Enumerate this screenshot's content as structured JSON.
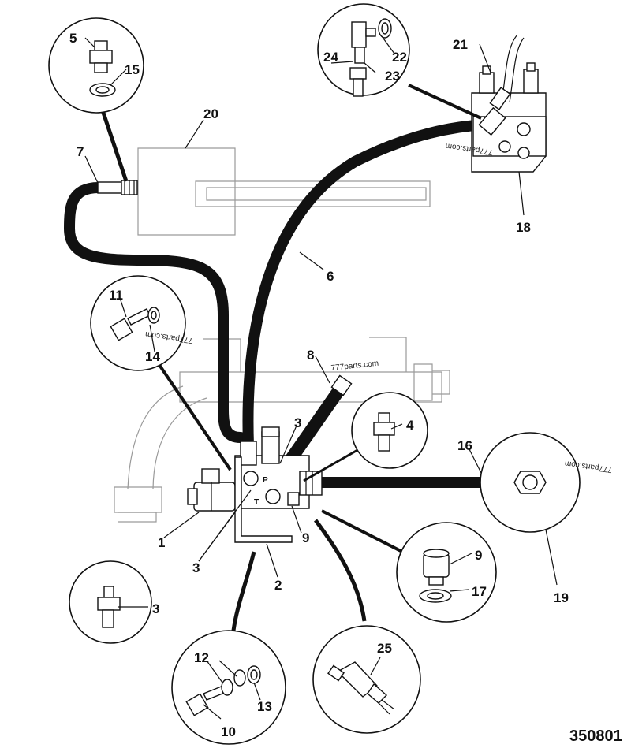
{
  "diagram": {
    "drawing_number": "350801",
    "watermark": "777parts.com",
    "port_markings": {
      "pressure": "P",
      "tank": "T"
    },
    "callouts": [
      "1",
      "2",
      "3",
      "4",
      "5",
      "6",
      "7",
      "8",
      "9",
      "10",
      "11",
      "12",
      "13",
      "14",
      "15",
      "16",
      "17",
      "18",
      "19",
      "20",
      "21",
      "22",
      "23",
      "24",
      "25"
    ]
  }
}
